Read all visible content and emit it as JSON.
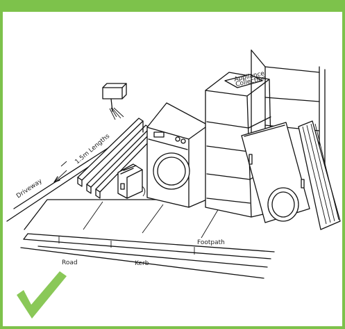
{
  "labels": {
    "driveway": "Driveway",
    "lengths": "1.5m Lengths",
    "footpath": "Footpath",
    "road": "Road",
    "kerb": "Kerb",
    "sign_line1": "Appliance",
    "sign_line2": "Collection"
  },
  "colors": {
    "accent": "#7dc24b",
    "tick": "#8ac858"
  },
  "icons": {
    "approval": "check-mark-icon"
  }
}
